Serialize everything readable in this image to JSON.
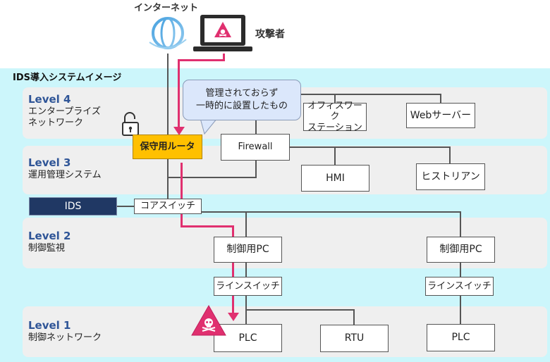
{
  "top": {
    "internet_label": "インターネット",
    "attacker_label": "攻撃者"
  },
  "system_title": "IDS導入システムイメージ",
  "levels": {
    "l4": {
      "title": "Level 4",
      "sub1": "エンタープライズ",
      "sub2": "ネットワーク"
    },
    "l3": {
      "title": "Level 3",
      "sub1": "運用管理システム"
    },
    "l2": {
      "title": "Level 2",
      "sub1": "制御監視"
    },
    "l1": {
      "title": "Level 1",
      "sub1": "制御ネットワーク"
    }
  },
  "callout": {
    "line1": "管理されておらず",
    "line2": "一時的に設置したもの"
  },
  "nodes": {
    "office_ws_1": "オフィスワーク",
    "office_ws_2": "ステーション",
    "web_server": "Webサーバー",
    "maint_router": "保守用ルータ",
    "firewall": "Firewall",
    "hmi": "HMI",
    "historian": "ヒストリアン",
    "ids": "IDS",
    "core_switch": "コアスイッチ",
    "control_pc_left": "制御用PC",
    "control_pc_right": "制御用PC",
    "line_switch_left": "ラインスイッチ",
    "line_switch_right": "ラインスイッチ",
    "plc_left": "PLC",
    "rtu": "RTU",
    "plc_right": "PLC"
  },
  "colors": {
    "attack_path": "#e0306f",
    "router_fill": "#ffc000",
    "ids_fill": "#203864",
    "level_title": "#2f5597"
  }
}
